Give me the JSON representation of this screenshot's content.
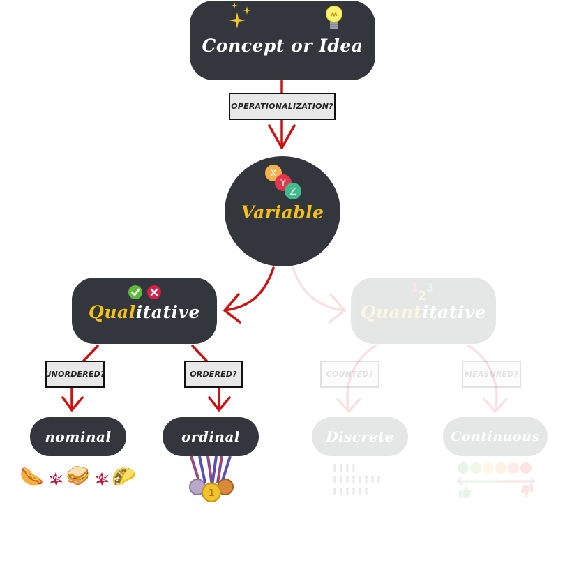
{
  "nodes": {
    "concept": "Concept or Idea",
    "variable": "Variable",
    "qualitative_hl": "Qual",
    "qualitative_rest": "itative",
    "quantitative_hl": "Quant",
    "quantitative_rest": "itative",
    "nominal": "nominal",
    "ordinal": "ordinal",
    "discrete": "Discrete",
    "continuous": "Continuous"
  },
  "questions": {
    "operationalization": "operationalization?",
    "unordered": "unordered?",
    "ordered": "ordered?",
    "counted": "counted?",
    "measured": "measured?"
  },
  "badges": {
    "vs1": "VS",
    "vs2": "VS",
    "gold_medal": "1",
    "digits_1": "1",
    "digits_2": "2",
    "digits_3": "3",
    "x": "X",
    "y": "Y",
    "z": "Z"
  },
  "emoji": {
    "hotdog": "🌭",
    "sandwich": "🥪",
    "taco": "🌮"
  },
  "colors": {
    "node_bg": "#33373d",
    "arrow": "#cc1111",
    "highlight": "#f5c014",
    "question_bg": "#e8e8e8"
  }
}
